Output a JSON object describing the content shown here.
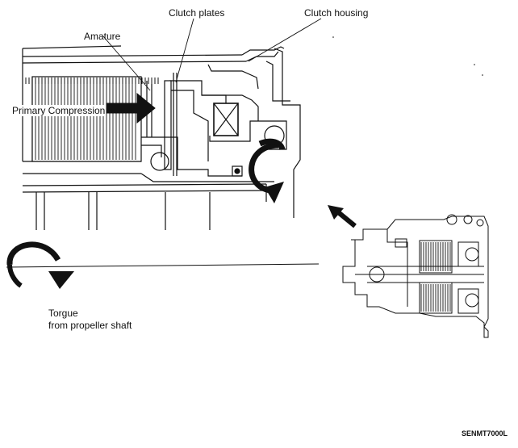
{
  "labels": {
    "clutch_plates": "Clutch plates",
    "clutch_housing": "Clutch housing",
    "armature": "Amature",
    "primary_compression": "Primary Compression",
    "torque_line1": "Torgue",
    "torque_line2": "from propeller shaft"
  },
  "figure_code": "SENMT7000L",
  "colors": {
    "ink": "#111111",
    "background": "#ffffff"
  }
}
